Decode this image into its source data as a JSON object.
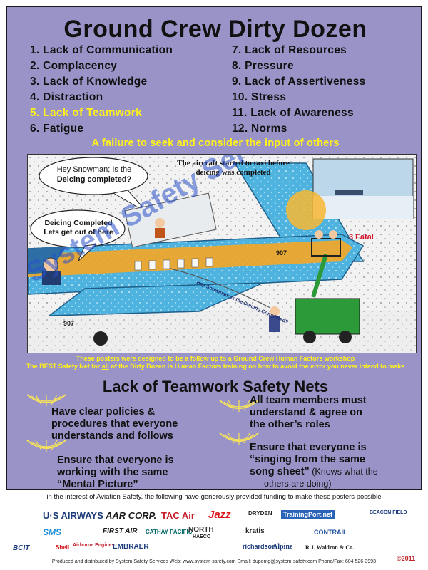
{
  "title": "Ground Crew Dirty Dozen",
  "dirty_dozen_left": [
    "1. Lack of Communication",
    "2. Complacency",
    "3. Lack of Knowledge",
    "4. Distraction",
    "5. Lack of Teamwork",
    "6. Fatigue"
  ],
  "dirty_dozen_right": [
    "7. Lack of Resources",
    "8. Pressure",
    "9. Lack of Assertiveness",
    "10. Stress",
    "11. Lack of Awareness",
    "12. Norms"
  ],
  "highlight_color": "#fff21a",
  "definition": "A failure to seek and consider the input of others",
  "illustration": {
    "caption": "The aircraft started to taxi before deicing was completed",
    "bubble_question": "Hey Snowman; Is the",
    "bubble_question_bold": "Deicing completed?",
    "bubble_reply": "Deicing Completed Lets get out of here",
    "fatal_label": "3 Fatal",
    "tail_number": "907",
    "nose_number": "907",
    "cable_text": "Hey Snowman; Is the Deicing Completed?",
    "watermark": "System Safety Services"
  },
  "notes": {
    "line1": "These posters were designed to be a follow up to a Ground Crew Human Factors workshop",
    "line2_before": "The BEST Safety Net for ",
    "line2_underline": "all",
    "line2_after": " of the Dirty Dozen is Human Factors training on how to avoid the error you never intend to make"
  },
  "safety_nets_title": "Lack of Teamwork Safety Nets",
  "safety_nets": {
    "net1": [
      "Have clear policies &",
      "procedures that everyone",
      "understands and follows"
    ],
    "net2": [
      "Ensure that everyone is",
      "working with the same",
      "“Mental Picture”"
    ],
    "net3": [
      "All team members must",
      "understand & agree on",
      "the other’s roles"
    ],
    "net4_bold": [
      "Ensure that everyone is",
      "“singing from the same"
    ],
    "net4_mixed_bold": "song sheet”",
    "net4_mixed_normal": " (Knows what the",
    "net4_last": "others are doing)"
  },
  "footer": {
    "funding_line": "in the interest of Aviation Safety, the following have generously provided funding to make these posters possible",
    "bottom_line": "Produced and distributed by  System Safety Services Web: www.system-safety.com  Email: dupontg@system-safety.com  Phone/Fax: 604 526-3993",
    "copyright": "©2011"
  },
  "sponsors": {
    "us_airways": "U·S AIRWAYS",
    "aar": "AAR CORP.",
    "tac": "TAC Air",
    "jazz": "Jazz",
    "dryden": "DRYDEN",
    "trainingport": "TrainingPort.net",
    "first_air": "FIRST AIR",
    "cathay": "CATHAY PACIFIC",
    "north": "NORTH",
    "haeco": "HAECO",
    "kratis": "kratis",
    "contrail": "CONTRAIL",
    "embraer": "EMBRAER",
    "alpine": "Alpine",
    "waldron": "R.J. Waldron & Co.",
    "richardson": "richardson",
    "sms": "SMS",
    "bcit": "BCIT",
    "shell": "Shell",
    "airborne": "Airborne Engines",
    "beacon": "BEACON FIELD"
  }
}
